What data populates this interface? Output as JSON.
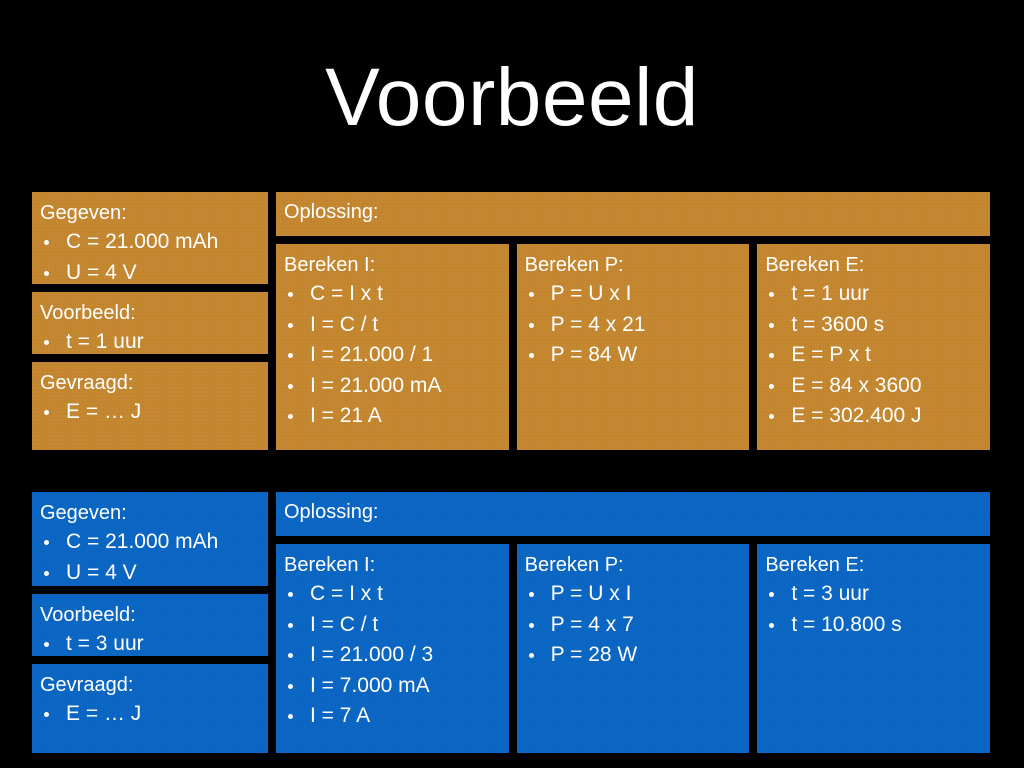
{
  "slide": {
    "title": "Voorbeeld",
    "background_color": "#000000",
    "text_color": "#ffffff"
  },
  "sections": [
    {
      "name": "example-1-hour",
      "accent_color": "#c4862f",
      "left_panels": [
        {
          "heading": "Gegeven:",
          "items": [
            "C = 21.000 mAh",
            "U = 4 V"
          ]
        },
        {
          "heading": "Voorbeeld:",
          "items": [
            "t = 1 uur"
          ]
        },
        {
          "heading": "Gevraagd:",
          "items": [
            "E = … J"
          ]
        }
      ],
      "solution_label": "Oplossing:",
      "calc_boxes": [
        {
          "heading": "Bereken I:",
          "items": [
            "C = I x t",
            "I = C / t",
            "I = 21.000 / 1",
            "I = 21.000 mA",
            "I = 21 A"
          ]
        },
        {
          "heading": "Bereken P:",
          "items": [
            "P = U x I",
            "P = 4 x 21",
            "P = 84 W"
          ]
        },
        {
          "heading": "Bereken E:",
          "items": [
            "t = 1 uur",
            "t = 3600 s",
            "E = P x t",
            "E = 84 x 3600",
            "E = 302.400 J"
          ]
        }
      ]
    },
    {
      "name": "example-3-hour",
      "accent_color": "#0a66c2",
      "left_panels": [
        {
          "heading": "Gegeven:",
          "items": [
            "C = 21.000 mAh",
            "U = 4 V"
          ]
        },
        {
          "heading": "Voorbeeld:",
          "items": [
            "t = 3 uur"
          ]
        },
        {
          "heading": "Gevraagd:",
          "items": [
            "E = … J"
          ]
        }
      ],
      "solution_label": "Oplossing:",
      "calc_boxes": [
        {
          "heading": "Bereken I:",
          "items": [
            "C = I x t",
            "I = C / t",
            "I = 21.000 / 3",
            "I = 7.000 mA",
            "I = 7 A"
          ]
        },
        {
          "heading": "Bereken P:",
          "items": [
            "P = U x I",
            "P = 4 x 7",
            "P = 28 W"
          ]
        },
        {
          "heading": "Bereken E:",
          "items": [
            "t = 3 uur",
            "t = 10.800 s"
          ]
        }
      ]
    }
  ]
}
